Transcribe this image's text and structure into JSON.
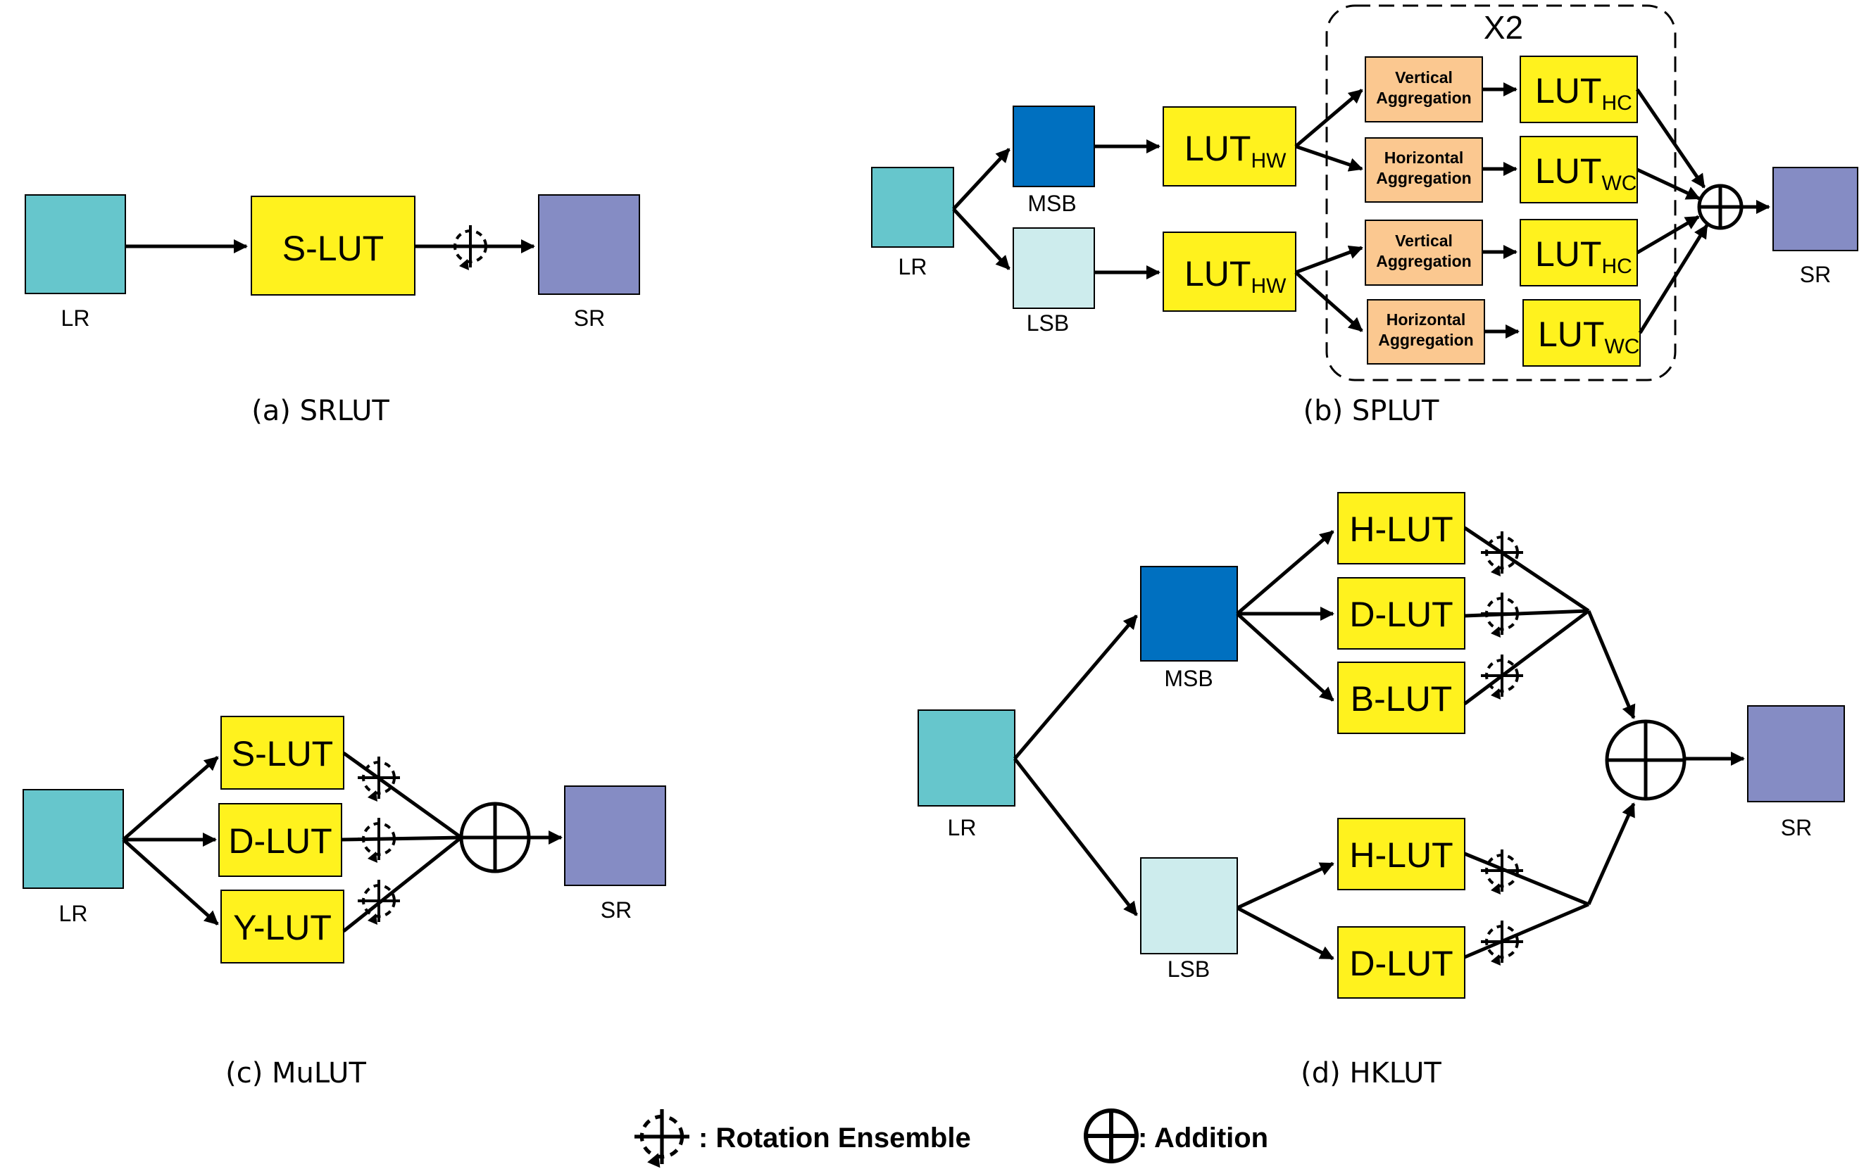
{
  "colors": {
    "lr": "#66c6cc",
    "sr": "#858cc4",
    "msb": "#0070c0",
    "lsb": "#cdeced",
    "lut": "#fff21e",
    "aggregation": "#fbc890"
  },
  "panel_a": {
    "caption": "(a) SRLUT",
    "lr_label": "LR",
    "sr_label": "SR",
    "lut_label": "S-LUT"
  },
  "panel_b": {
    "caption": "(b) SPLUT",
    "lr_label": "LR",
    "msb_label": "MSB",
    "lsb_label": "LSB",
    "sr_label": "SR",
    "repeat_label": "X2",
    "lut_hw_main": "LUT",
    "lut_hw_sub": "HW",
    "lut_hc_main": "LUT",
    "lut_hc_sub": "HC",
    "lut_wc_main": "LUT",
    "lut_wc_sub": "WC",
    "vertical_line1": "Vertical",
    "vertical_line2": "Aggregation",
    "horizontal_line1": "Horizontal",
    "horizontal_line2": "Aggregation"
  },
  "panel_c": {
    "caption": "(c) MuLUT",
    "lr_label": "LR",
    "sr_label": "SR",
    "luts": [
      "S-LUT",
      "D-LUT",
      "Y-LUT"
    ]
  },
  "panel_d": {
    "caption": "(d) HKLUT",
    "lr_label": "LR",
    "msb_label": "MSB",
    "lsb_label": "LSB",
    "sr_label": "SR",
    "msb_luts": [
      "H-LUT",
      "D-LUT",
      "B-LUT"
    ],
    "lsb_luts": [
      "H-LUT",
      "D-LUT"
    ]
  },
  "legend": {
    "rotation": ": Rotation Ensemble",
    "addition": ": Addition"
  }
}
